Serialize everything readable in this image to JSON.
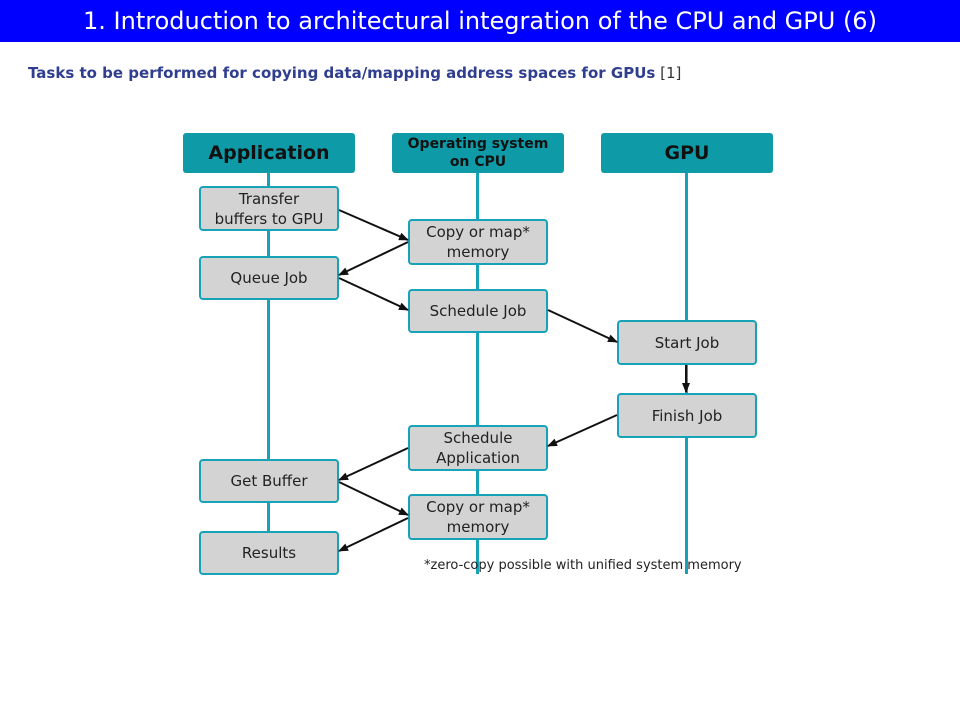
{
  "title": "1. Introduction to architectural integration of the CPU and GPU (6)",
  "subtitle": {
    "text": "Tasks to be performed for copying data/mapping address spaces for GPUs",
    "ref": "[1]"
  },
  "diagram": {
    "lanes": {
      "application": "Application",
      "os_line1": "Operating system",
      "os_line2": "on CPU",
      "gpu": "GPU"
    },
    "application_steps": {
      "transfer_line1": "Transfer",
      "transfer_line2": "buffers to GPU",
      "queue_job": "Queue Job",
      "get_buffer": "Get Buffer",
      "results": "Results"
    },
    "os_steps": {
      "copy1_line1": "Copy or map*",
      "copy1_line2": "memory",
      "schedule_job": "Schedule Job",
      "schedule_app_line1": "Schedule",
      "schedule_app_line2": "Application",
      "copy2_line1": "Copy or map*",
      "copy2_line2": "memory"
    },
    "gpu_steps": {
      "start_job": "Start Job",
      "finish_job": "Finish Job"
    },
    "footnote": "*zero-copy possible with unified system memory"
  },
  "colors": {
    "title_bar": "#0000ff",
    "subtitle_text": "#2f3e8f",
    "lane_header": "#0e9aa7",
    "lane_line": "#17a2b8",
    "step_fill": "#d3d3d3"
  }
}
